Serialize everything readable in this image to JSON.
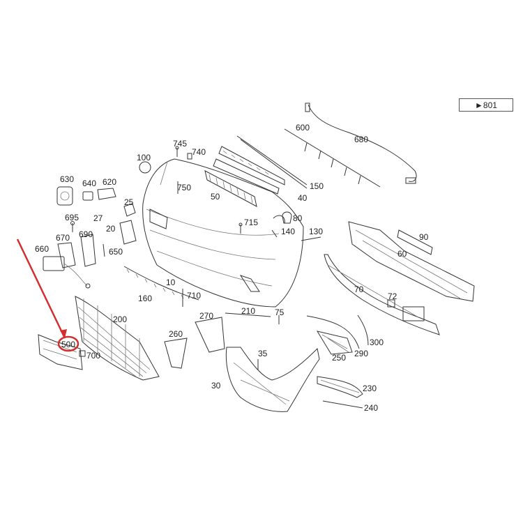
{
  "reference_box": {
    "arrow": "►",
    "text": "801"
  },
  "highlight": {
    "color": "#d32f2f",
    "part": "500"
  },
  "labels": {
    "p600": "600",
    "p680": "680",
    "p745": "745",
    "p740": "740",
    "p100": "100",
    "p150": "150",
    "p750": "750",
    "p50": "50",
    "p630": "630",
    "p640": "640",
    "p620": "620",
    "p25": "25",
    "p695": "695",
    "p27": "27",
    "p20": "20",
    "p690": "690",
    "p670": "670",
    "p650": "650",
    "p660": "660",
    "p715": "715",
    "p80": "80",
    "p40": "40",
    "p140": "140",
    "p130": "130",
    "p90": "90",
    "p60": "60",
    "p10": "10",
    "p160": "160",
    "p710": "710",
    "p70": "70",
    "p72": "72",
    "p200": "200",
    "p270": "270",
    "p210": "210",
    "p75": "75",
    "p260": "260",
    "p500": "500",
    "p700": "700",
    "p35": "35",
    "p300": "300",
    "p290": "290",
    "p250": "250",
    "p30": "30",
    "p230": "230",
    "p240": "240"
  }
}
